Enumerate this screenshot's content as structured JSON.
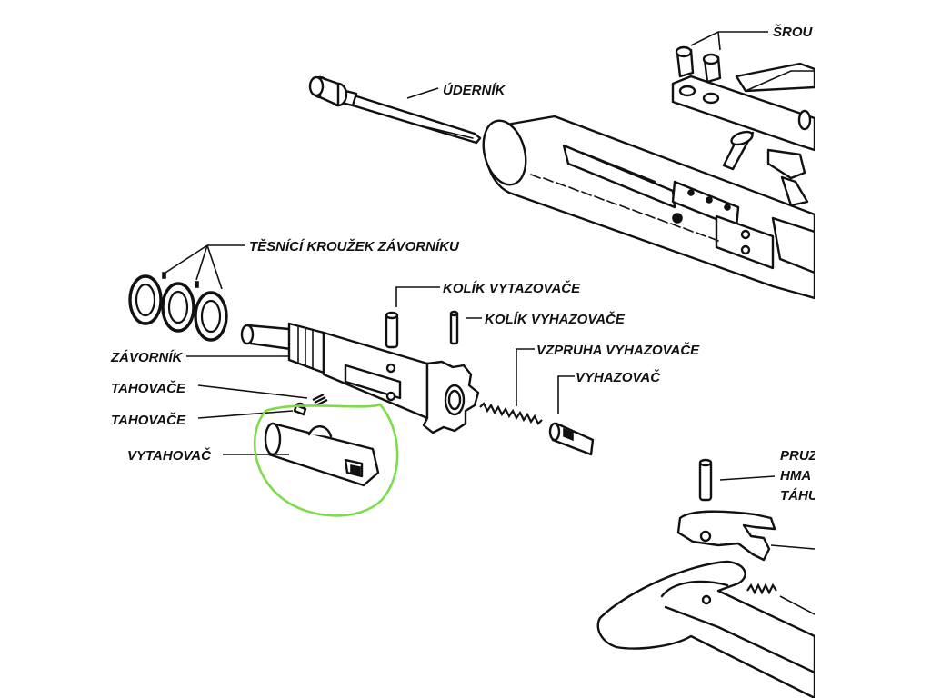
{
  "labels": {
    "srouby": "ŠROU",
    "udernik": "ÚDERNÍK",
    "tesnici_krouzek": "TĚSNÍCÍ KROUŽEK ZÁVORNÍKU",
    "kolik_vytazovace": "KOLÍK VYTAZOVAČE",
    "kolik_vyhazovace": "KOLÍK VYHAZOVAČE",
    "vzpruha_vyhazovace": "VZPRUHA VYHAZOVAČE",
    "vyhazovac": "VYHAZOVAČ",
    "zavornik": "ZÁVORNÍK",
    "tahovace_1": "TAHOVAČE",
    "tahovace_2": "TAHOVAČE",
    "vytahovac": "VYTAHOVAČ",
    "pruz_line1": "PRUZ",
    "pruz_line2": "HMA",
    "pruz_line3": "TÁHU"
  },
  "highlight_color": "#7ddc4a",
  "line_color": "#111111",
  "background_color": "#ffffff"
}
